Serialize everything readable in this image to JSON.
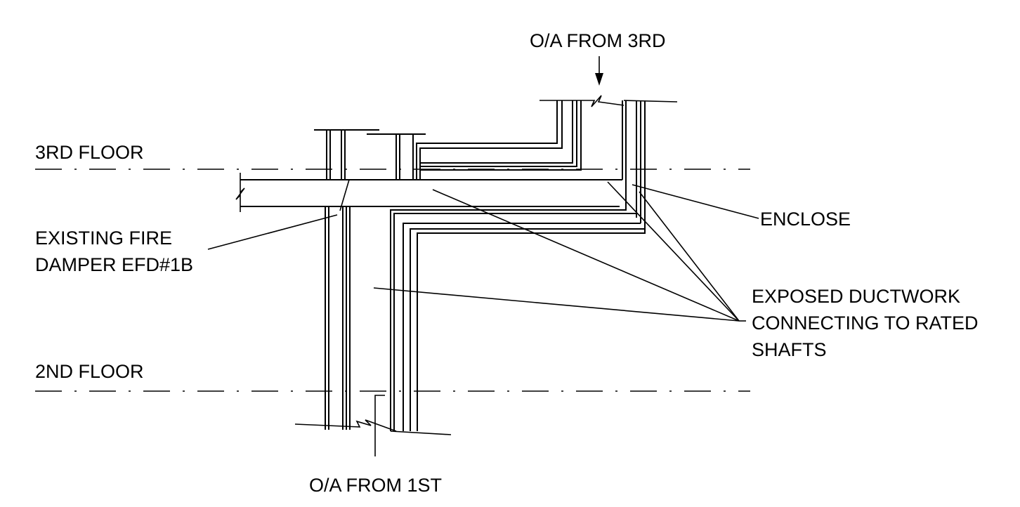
{
  "labels": {
    "oa_from_3rd": "O/A FROM 3RD",
    "floor_3rd": "3RD FLOOR",
    "floor_2nd": "2ND FLOOR",
    "enclose": "ENCLOSE",
    "existing_fire_1": "EXISTING FIRE",
    "existing_fire_2": "DAMPER EFD#1B",
    "exposed_1": "EXPOSED DUCTWORK",
    "exposed_2": "CONNECTING TO RATED",
    "exposed_3": "SHAFTS",
    "oa_from_1st": "O/A FROM 1ST"
  }
}
